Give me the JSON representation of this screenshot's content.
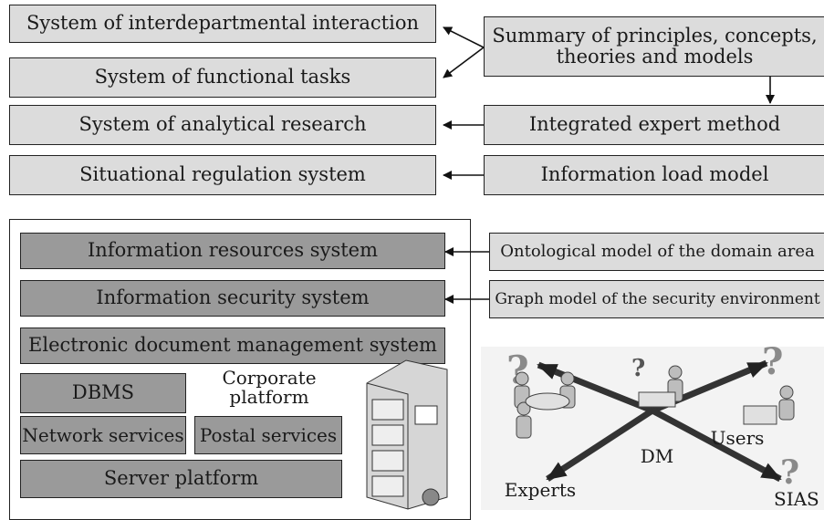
{
  "top_left": [
    "System of interdepartmental interaction",
    "System of functional tasks",
    "System of analytical research",
    "Situational regulation system"
  ],
  "top_right": {
    "summary": "Summary of principles, concepts, theories and models",
    "integrated": "Integrated expert method",
    "info_load": "Information load model"
  },
  "platform": {
    "info_resources": "Information resources system",
    "info_security": "Information security system",
    "edms": "Electronic document management system",
    "dbms": "DBMS",
    "corporate": "Corporate platform",
    "network": "Network services",
    "postal": "Postal services",
    "server": "Server platform"
  },
  "models": {
    "ontological": "Ontological model of the domain area",
    "graph": "Graph model of the security environment"
  },
  "illustration": {
    "experts": "Experts",
    "dm": "DM",
    "users": "Users",
    "sias": "SIAS"
  },
  "icons": [
    "server-rack-icon",
    "question-mark-icon",
    "person-icon",
    "arrow-icon"
  ]
}
